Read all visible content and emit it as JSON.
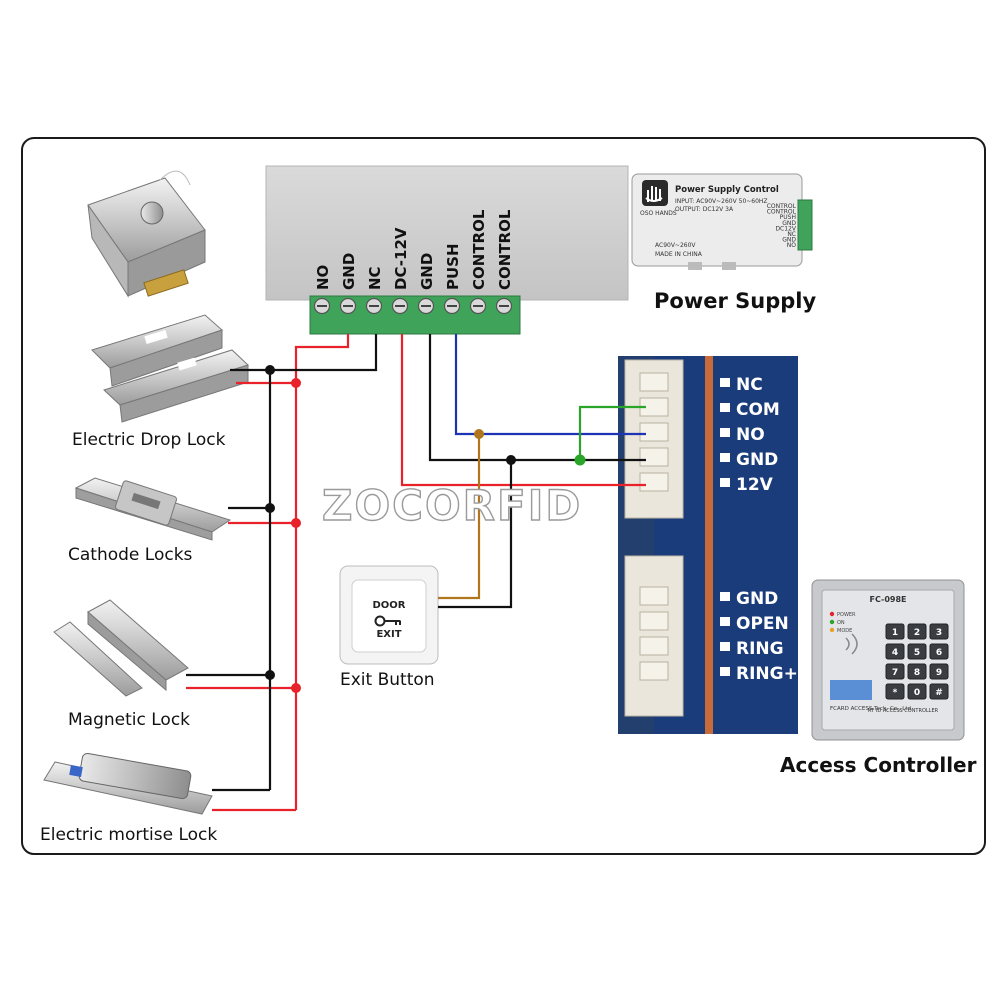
{
  "terminals": [
    "NO",
    "GND",
    "NC",
    "DC-12V",
    "GND",
    "PUSH",
    "CONTROL",
    "CONTROL"
  ],
  "power_supply": {
    "label": "Power Supply",
    "device_title": "Power Supply Control",
    "brand": "OSO HANDS",
    "input_text": "INPUT: AC90V~260V 50~60HZ",
    "output_text": "OUTPUT: DC12V 3A",
    "side_labels": [
      "CONTROL",
      "CONTROL",
      "PUSH",
      "GND",
      "DC12V",
      "NC",
      "GND",
      "NO"
    ],
    "bottom_text": "AC90V~260V",
    "made_text": "MADE IN CHINA"
  },
  "controller_pins_top": [
    "NC",
    "COM",
    "NO",
    "GND",
    "12V"
  ],
  "controller_pins_bottom": [
    "GND",
    "OPEN",
    "RING",
    "RING+"
  ],
  "watermark": "ZOCORFID",
  "exit_button": {
    "label": "Exit Button",
    "line1": "DOOR",
    "line2": "EXIT"
  },
  "locks": {
    "drop": "Electric Drop Lock",
    "cathode": "Cathode Locks",
    "magnetic": "Magnetic Lock",
    "mortise": "Electric mortise Lock"
  },
  "access_controller": {
    "label": "Access Controller",
    "model": "FC-098E",
    "keys": [
      "1",
      "2",
      "3",
      "4",
      "5",
      "6",
      "7",
      "8",
      "9",
      "*",
      "0",
      "#"
    ],
    "indicators": [
      "POWER",
      "ON",
      "MODE"
    ],
    "company": "FCARD ACCESS Tech. Co., Ltd",
    "subtitle": "RF ID ACCESS CONTROLLER"
  },
  "colors": {
    "red_wire": "#e8212b",
    "black_wire": "#111111",
    "blue_wire": "#1f33b5",
    "green_wire": "#2aa52a",
    "brown_wire": "#b0761e",
    "pcb": "#1b3c7a",
    "terminal_green": "#3fa35a"
  }
}
